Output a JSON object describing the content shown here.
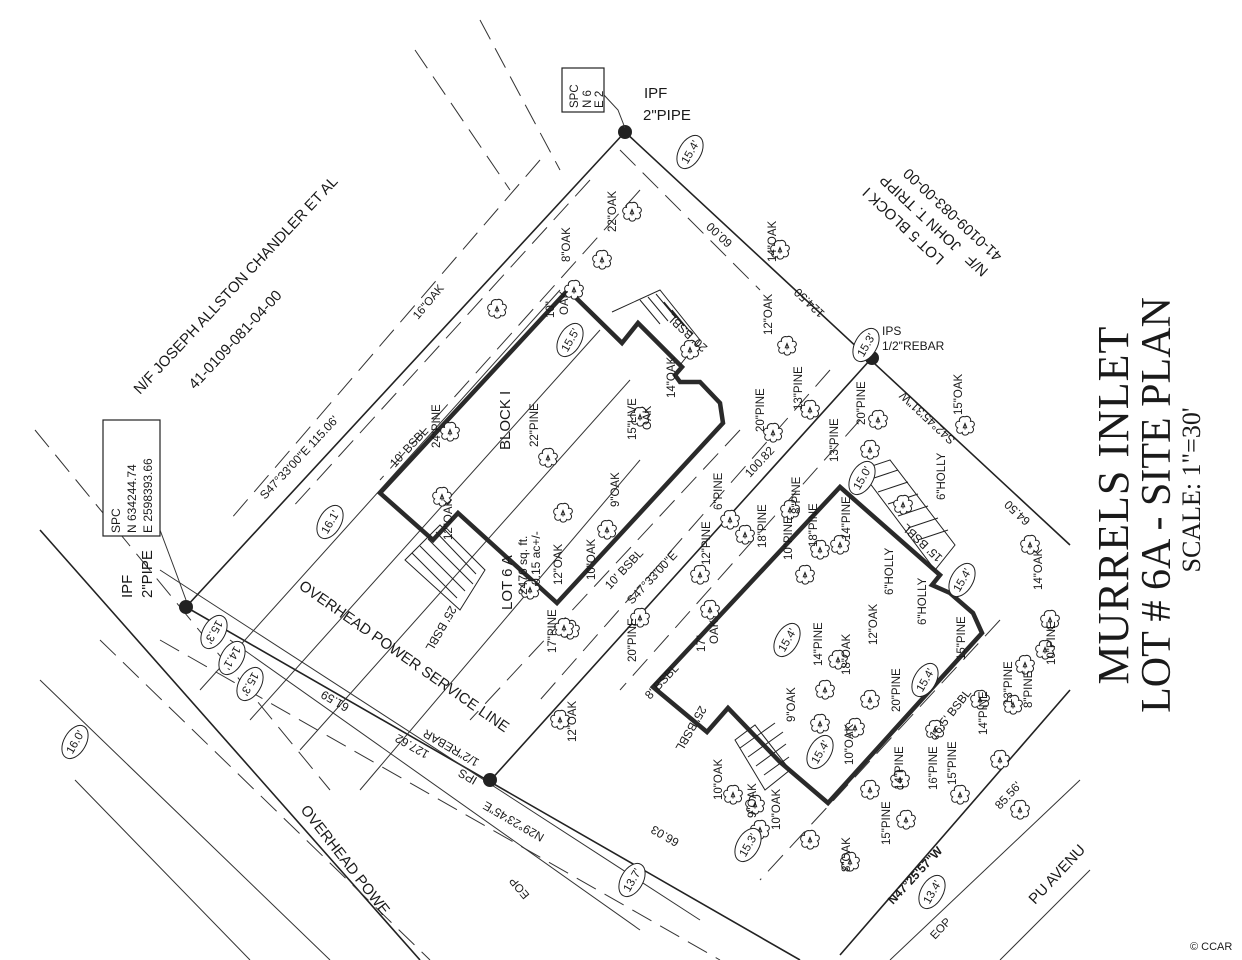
{
  "title": {
    "line1": "MURRELS INLET",
    "line2": "LOT # 6A - SITE PLAN",
    "scale": "SCALE: 1\"=30'"
  },
  "owners": {
    "west_name": "N/F JOSEPH ALLSTON CHANDLER ET AL",
    "west_parcel": "41-0109-081-04-00",
    "east_nf": "N/F",
    "east_lot": "LOT 5 BLOCK I",
    "east_name": "JOHN T. TRIPP",
    "east_parcel": "41-0109-083-00-00"
  },
  "monuments": {
    "ipf_left": "IPF",
    "pipe_left": "2\"PIPE",
    "ipf_top": "IPF",
    "pipe_top": "2\"PIPE",
    "ips_right": "IPS",
    "rebar_right": "1/2\"REBAR",
    "ips_bottom": "IPS",
    "rebar_bottom": "1/2\"REBAR"
  },
  "spc": {
    "left_label": "SPC",
    "left_n": "N 634244.74",
    "left_e": "E 2598393.66",
    "top_label": "SPC",
    "top_n": "N 6",
    "top_e": "E 2"
  },
  "lot": {
    "block": "BLOCK I",
    "lot_name": "LOT 6 A",
    "area_sqft": "2476 sq. ft.",
    "area_ac": "0.15 ac+/-"
  },
  "dimensions": {
    "nw_bearing": "S47°33'00\"E  115.06'",
    "mid_bearing": "S47°33'00\"E",
    "mid_dist": "100.82",
    "sw_bearing": "N29°23'45\"E",
    "sw_dist": "127.62",
    "sw_dist2": "61.59",
    "sw_dist3": "66.03",
    "ne_dist1": "60.00",
    "ne_dist2": "124.50",
    "se_bearing": "S42°45'31\"W",
    "se_dist": "64.50",
    "road_dist": "85.56'",
    "road_bearing": "N47°25'57\"W"
  },
  "setbacks": [
    "10' BSBL",
    "20' BSBL",
    "25' BSBL",
    "10' BSBL",
    "25' BSBL",
    "15' BSBL",
    "16.5' BSBL",
    "8' BSBL"
  ],
  "circled": [
    "15.4'",
    "15.5'",
    "15.3'",
    "16.1'",
    "15.4'",
    "15.4'",
    "15.4'",
    "15.4'",
    "15.0'",
    "15.3'",
    "13.4'",
    "16.0'",
    "13.7'",
    "15.3'",
    "14.1'",
    "15.3'"
  ],
  "utilities": {
    "power_service": "OVERHEAD POWER SERVICE LINE",
    "power_road": "OVERHEAD POWE",
    "eop1": "EOP",
    "eop2": "EOP",
    "road": "PU AVENU"
  },
  "trees": [
    "22\"OAK",
    "8\"OAK",
    "10\"",
    "OAK",
    "16\"OAK",
    "24\"PINE",
    "22\"PINE",
    "15\"LIVE",
    "OAK",
    "9\"OAK",
    "12\"OAK",
    "10\"OAK",
    "12\"OAK",
    "14\"OAK",
    "20\"PINE",
    "13\"PINE",
    "20\"PINE",
    "13\"PINE",
    "15\"OAK",
    "12\"OAK",
    "14\"OAK",
    "6\"PINE",
    "12\"PINE",
    "18\"PINE",
    "8\"PINE",
    "10\"PINE",
    "18\"PINE",
    "14\"PINE",
    "6\"HOLLY",
    "6\"HOLLY",
    "6\"HOLLY",
    "20\"PINE",
    "17\"PINE",
    "12\"OAK",
    "17\"",
    "OAK",
    "14\"PINE",
    "18\"OAK",
    "12\"OAK",
    "20\"PINE",
    "15\"PINE",
    "16\"PINE",
    "15\"PINE",
    "14\"PINE",
    "14\"PINE",
    "13\"PINE",
    "8\"PINE",
    "10\"PINE",
    "14\"OAK",
    "9\"OAK",
    "10\"OAK",
    "9\"OAK",
    "10\"OAK",
    "8\"OAK",
    "15\"PINE",
    "10\"OAK"
  ],
  "watermark": "© CCAR"
}
